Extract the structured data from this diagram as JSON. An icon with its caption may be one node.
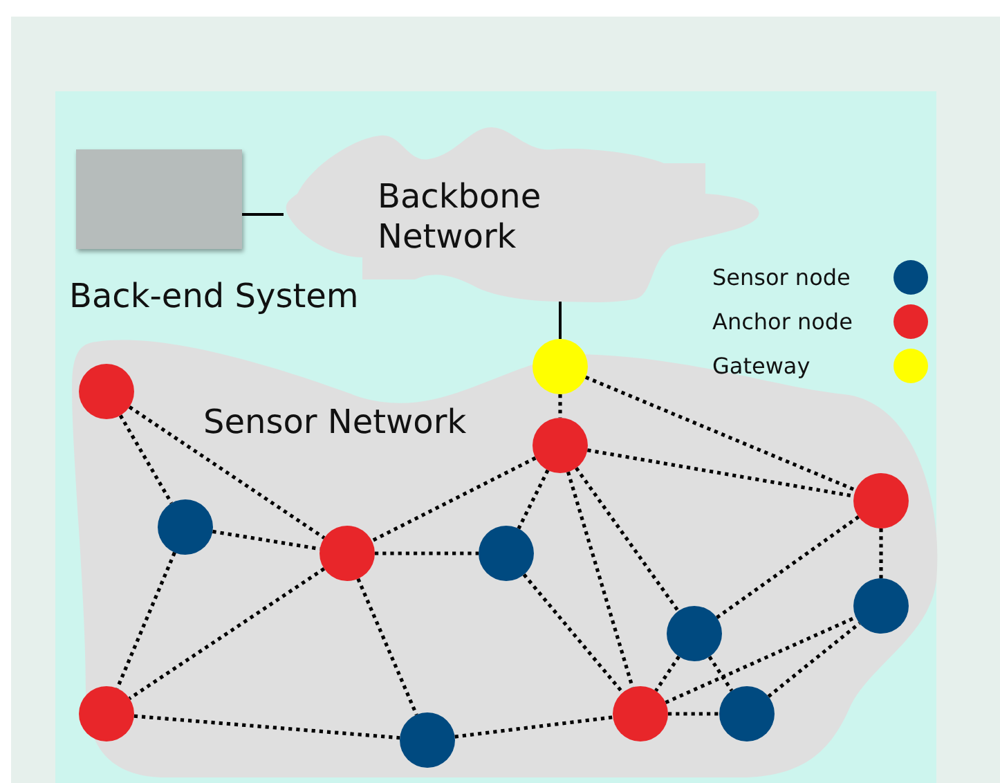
{
  "diagram": {
    "nodes": [
      {
        "text": [
          "Back-end System"
        ]
      },
      {
        "text": [
          "Backbone Network"
        ]
      },
      {
        "text": [
          "Sensor Network"
        ]
      },
      {
        "text": [],
        "shape": "circle",
        "in": 2
      },
      {
        "text": [],
        "shape": "circle",
        "in": 2
      },
      {
        "text": [],
        "shape": "circle",
        "in": 2
      },
      {
        "text": [],
        "shape": "circle",
        "in": 2
      },
      {
        "text": [],
        "shape": "circle",
        "in": 2
      },
      {
        "text": [],
        "shape": "circle",
        "in": 2
      },
      {
        "text": [],
        "shape": "circle",
        "in": 2
      },
      {
        "text": [],
        "shape": "circle",
        "in": 2
      },
      {
        "text": [],
        "shape": "circle",
        "in": 2
      },
      {
        "text": [],
        "shape": "circle",
        "in": 2
      },
      {
        "text": [],
        "shape": "circle",
        "in": 2
      },
      {
        "text": [],
        "shape": "circle",
        "in": 2
      },
      {
        "text": [],
        "shape": "circle",
        "in": 2
      }
    ],
    "edges": [
      {
        "from": 0,
        "to": 1,
        "arrow": "none"
      },
      {
        "from": 1,
        "to": 3,
        "arrow": "none"
      },
      {
        "from": 3,
        "to": 5,
        "arrow": "none",
        "style": "dashed"
      },
      {
        "from": 3,
        "to": 6,
        "arrow": "none",
        "style": "dashed"
      },
      {
        "from": 5,
        "to": 6,
        "arrow": "none",
        "style": "dashed"
      },
      {
        "from": 5,
        "to": 8,
        "arrow": "none",
        "style": "dashed"
      },
      {
        "from": 5,
        "to": 9,
        "arrow": "none",
        "style": "dashed"
      },
      {
        "from": 5,
        "to": 13,
        "arrow": "none",
        "style": "dashed"
      },
      {
        "from": 5,
        "to": 11,
        "arrow": "none",
        "style": "dashed"
      },
      {
        "from": 11,
        "to": 14,
        "arrow": "none",
        "style": "dashed"
      },
      {
        "from": 11,
        "to": 6,
        "arrow": "none",
        "style": "dashed"
      },
      {
        "from": 11,
        "to": 13,
        "arrow": "none",
        "style": "dashed"
      },
      {
        "from": 9,
        "to": 13,
        "arrow": "none",
        "style": "dashed"
      },
      {
        "from": 4,
        "to": 8,
        "arrow": "none",
        "style": "dashed"
      },
      {
        "from": 4,
        "to": 7,
        "arrow": "none",
        "style": "dashed"
      },
      {
        "from": 7,
        "to": 8,
        "arrow": "none",
        "style": "dashed"
      },
      {
        "from": 8,
        "to": 9,
        "arrow": "none",
        "style": "dashed"
      },
      {
        "from": 8,
        "to": 12,
        "arrow": "none",
        "style": "dashed"
      },
      {
        "from": 8,
        "to": 15,
        "arrow": "none",
        "style": "dashed"
      },
      {
        "from": 7,
        "to": 12,
        "arrow": "none",
        "style": "dashed"
      },
      {
        "from": 12,
        "to": 15,
        "arrow": "none",
        "style": "dashed"
      },
      {
        "from": 15,
        "to": 13,
        "arrow": "none",
        "style": "dashed"
      },
      {
        "from": 13,
        "to": 14,
        "arrow": "none",
        "style": "dashed"
      },
      {
        "from": 13,
        "to": 10,
        "arrow": "none",
        "style": "dashed"
      },
      {
        "from": 14,
        "to": 10,
        "arrow": "none",
        "style": "dashed"
      },
      {
        "from": 6,
        "to": 10,
        "arrow": "none",
        "style": "dashed"
      }
    ],
    "legend": [
      {
        "text": "Sensor node",
        "color": "#004a80"
      },
      {
        "text": "Anchor node",
        "color": "#e8262a"
      },
      {
        "text": "Gateway",
        "color": "#ffff00"
      }
    ]
  }
}
